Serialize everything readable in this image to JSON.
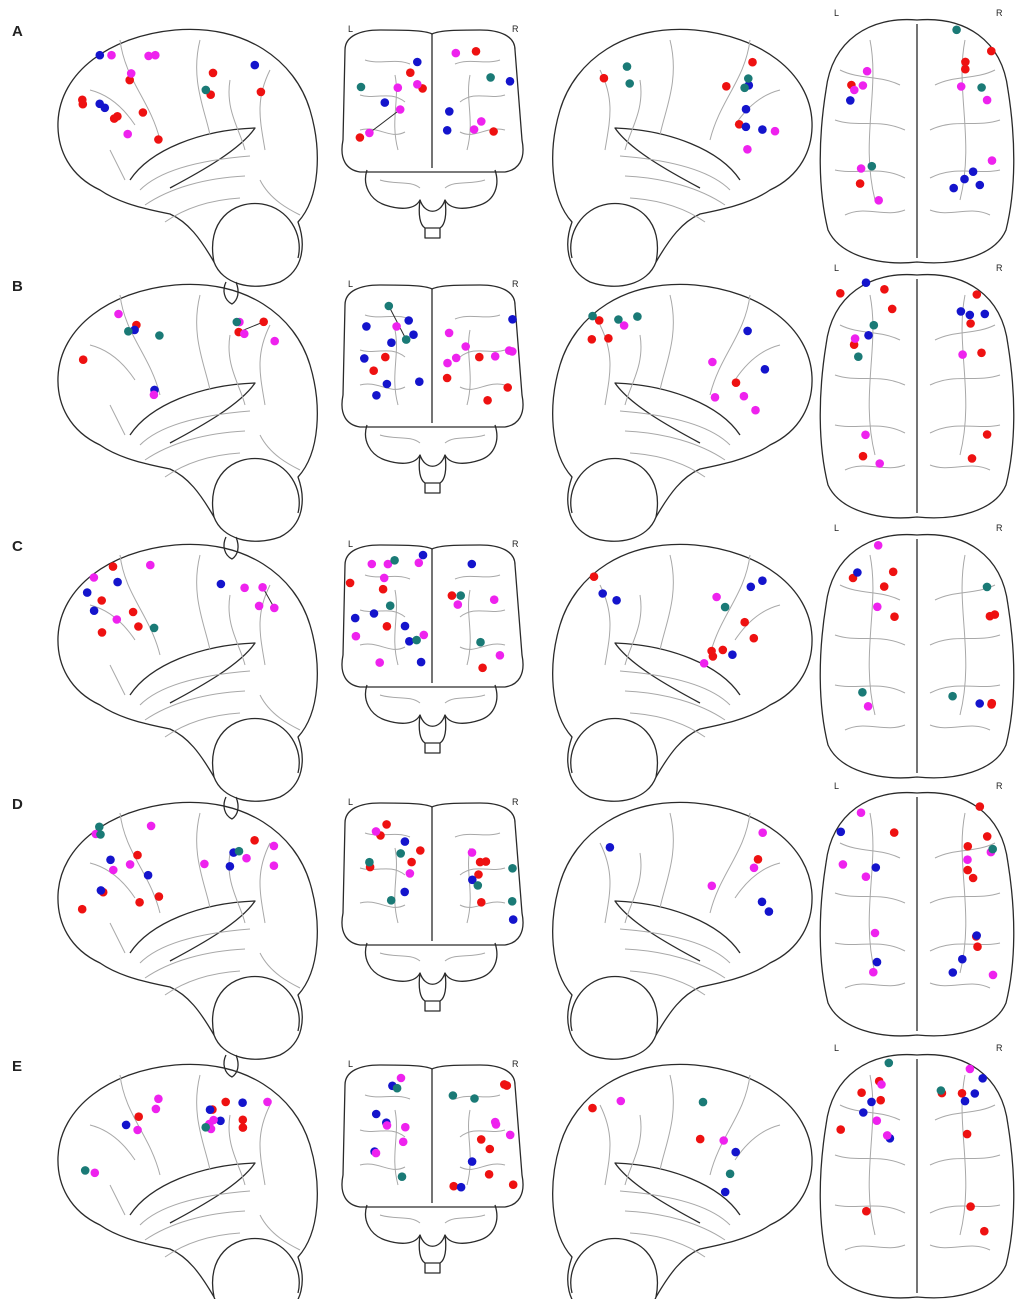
{
  "colors": {
    "red": "#ee1111",
    "blue": "#1414cc",
    "magenta": "#ee22ee",
    "teal": "#1a7a76"
  },
  "panels": [
    {
      "letter": "A",
      "labels": {
        "left": "L",
        "right": "R"
      },
      "nodes": {
        "red": 24,
        "blue": 18,
        "magenta": 22,
        "teal": 10
      }
    },
    {
      "letter": "B",
      "labels": {
        "left": "L",
        "right": "R"
      },
      "nodes": {
        "red": 24,
        "blue": 18,
        "magenta": 22,
        "teal": 10
      }
    },
    {
      "letter": "C",
      "labels": {
        "left": "L",
        "right": "R"
      },
      "nodes": {
        "red": 24,
        "blue": 18,
        "magenta": 22,
        "teal": 10
      }
    },
    {
      "letter": "D",
      "labels": {
        "left": "L",
        "right": "R"
      },
      "nodes": {
        "red": 24,
        "blue": 18,
        "magenta": 22,
        "teal": 10
      }
    },
    {
      "letter": "E",
      "labels": {
        "left": "L",
        "right": "R"
      },
      "nodes": {
        "red": 24,
        "blue": 18,
        "magenta": 22,
        "teal": 10
      }
    }
  ]
}
